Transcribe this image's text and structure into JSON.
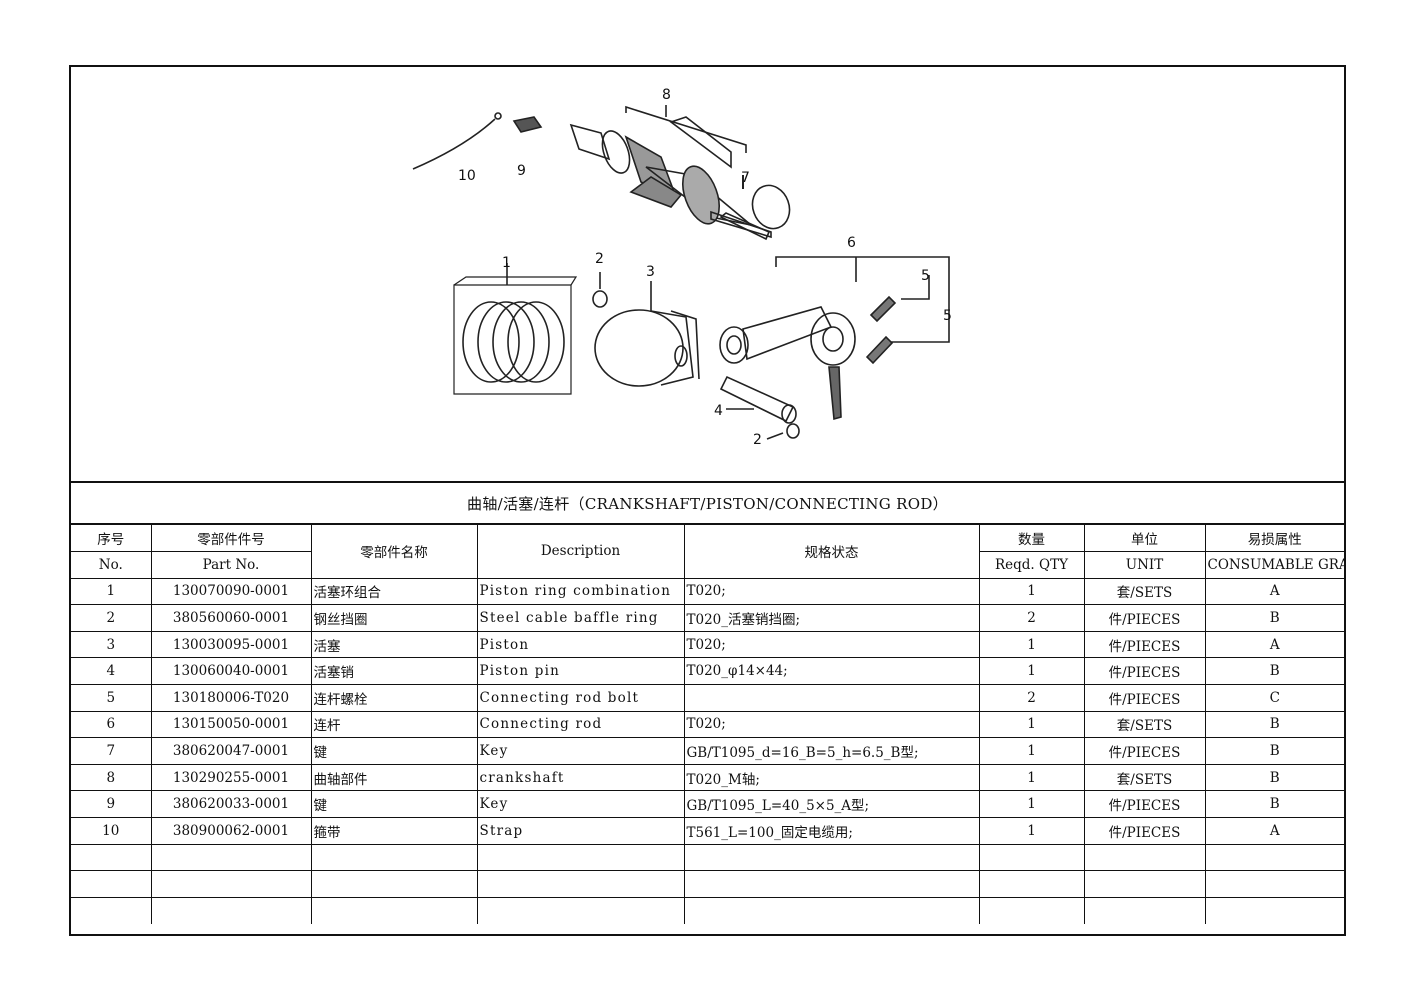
{
  "title": "曲轴/活塞/连杆（CRANKSHAFT/PISTON/CONNECTING ROD）",
  "header": {
    "row1": {
      "no": "序号",
      "part": "零部件件号",
      "name": "零部件名称",
      "desc": "Description",
      "spec": "规格状态",
      "qty": "数量",
      "unit": "单位",
      "grade": "易损属性"
    },
    "row2": {
      "no": "No.",
      "part": "Part No.",
      "qty": "Reqd. QTY",
      "unit": "UNIT",
      "grade": "CONSUMABLE GRADE"
    }
  },
  "rows": [
    {
      "no": "1",
      "part": "130070090-0001",
      "name": "活塞环组合",
      "desc": "Piston ring combination",
      "spec": "T020;",
      "qty": "1",
      "unit": "套/SETS",
      "grade": "A"
    },
    {
      "no": "2",
      "part": "380560060-0001",
      "name": "钢丝挡圈",
      "desc": "Steel cable baffle ring",
      "spec": "T020_活塞销挡圈;",
      "qty": "2",
      "unit": "件/PIECES",
      "grade": "B"
    },
    {
      "no": "3",
      "part": "130030095-0001",
      "name": "活塞",
      "desc": "Piston",
      "spec": "T020;",
      "qty": "1",
      "unit": "件/PIECES",
      "grade": "A"
    },
    {
      "no": "4",
      "part": "130060040-0001",
      "name": "活塞销",
      "desc": "Piston pin",
      "spec": "T020_φ14×44;",
      "qty": "1",
      "unit": "件/PIECES",
      "grade": "B"
    },
    {
      "no": "5",
      "part": "130180006-T020",
      "name": "连杆螺栓",
      "desc": "Connecting rod bolt",
      "spec": "",
      "qty": "2",
      "unit": "件/PIECES",
      "grade": "C"
    },
    {
      "no": "6",
      "part": "130150050-0001",
      "name": "连杆",
      "desc": "Connecting rod",
      "spec": "T020;",
      "qty": "1",
      "unit": "套/SETS",
      "grade": "B"
    },
    {
      "no": "7",
      "part": "380620047-0001",
      "name": "键",
      "desc": "Key",
      "spec": "GB/T1095_d=16_B=5_h=6.5_B型;",
      "qty": "1",
      "unit": "件/PIECES",
      "grade": "B"
    },
    {
      "no": "8",
      "part": "130290255-0001",
      "name": "曲轴部件",
      "desc": "crankshaft",
      "spec": "T020_M轴;",
      "qty": "1",
      "unit": "套/SETS",
      "grade": "B"
    },
    {
      "no": "9",
      "part": "380620033-0001",
      "name": "键",
      "desc": "Key",
      "spec": "GB/T1095_L=40_5×5_A型;",
      "qty": "1",
      "unit": "件/PIECES",
      "grade": "B"
    },
    {
      "no": "10",
      "part": "380900062-0001",
      "name": "箍带",
      "desc": "Strap",
      "spec": "T561_L=100_固定电缆用;",
      "qty": "1",
      "unit": "件/PIECES",
      "grade": "A"
    }
  ],
  "empty_rows": 3,
  "callouts": {
    "c1": "1",
    "c2a": "2",
    "c2b": "2",
    "c3": "3",
    "c4": "4",
    "c5a": "5",
    "c5b": "5",
    "c6": "6",
    "c7": "7",
    "c8": "8",
    "c9": "9",
    "c10": "10"
  }
}
